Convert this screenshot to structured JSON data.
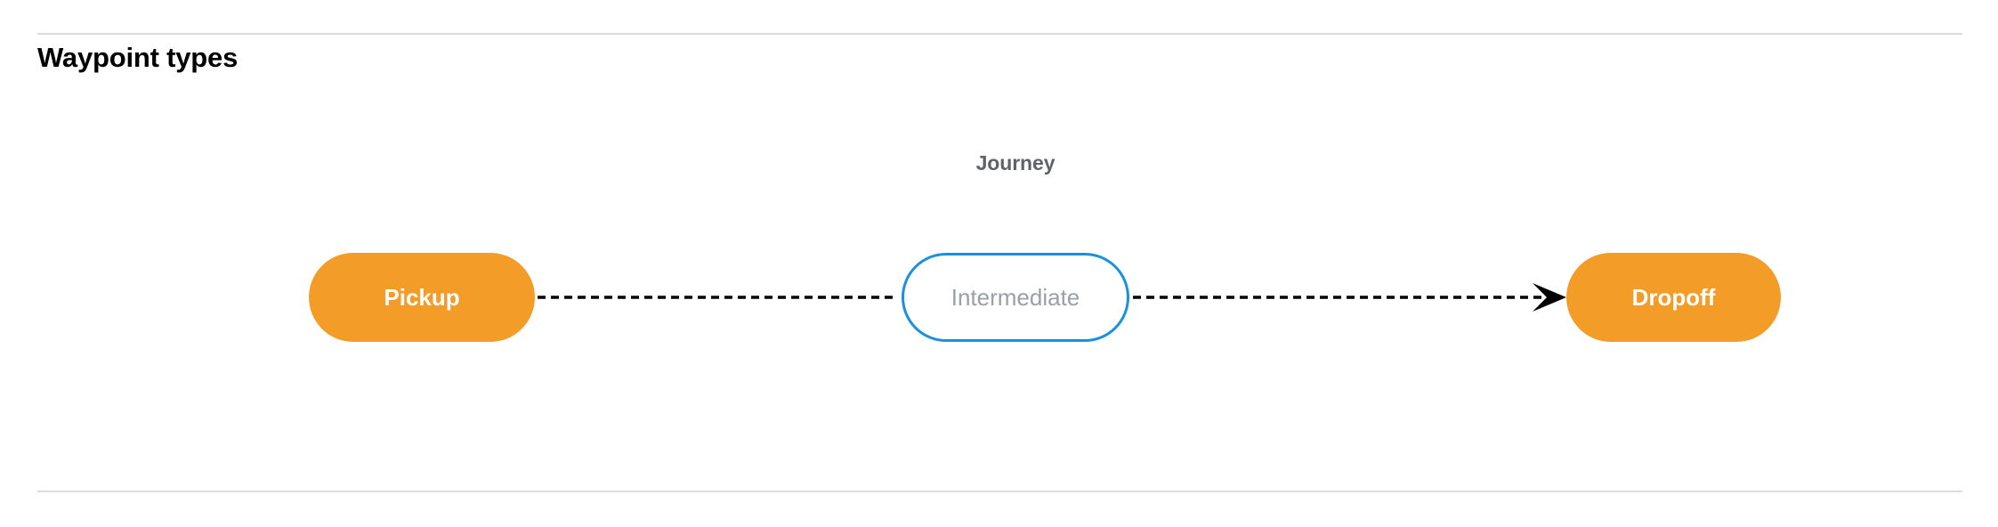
{
  "section": {
    "title": "Waypoint types"
  },
  "diagram": {
    "group_label": "Journey",
    "nodes": [
      {
        "id": "pickup",
        "label": "Pickup",
        "style": "filled",
        "fill": "#f49c28",
        "text_color": "#ffffff"
      },
      {
        "id": "intermediate",
        "label": "Intermediate",
        "style": "outlined",
        "fill": "#ffffff",
        "border_color": "#1a90e0",
        "text_color": "#9aa0a6"
      },
      {
        "id": "dropoff",
        "label": "Dropoff",
        "style": "filled",
        "fill": "#f49c28",
        "text_color": "#ffffff"
      }
    ],
    "edges": [
      {
        "id": "pickup-to-intermediate",
        "from": "pickup",
        "to": "intermediate",
        "line_style": "dashed",
        "color": "#000000",
        "arrowhead": false
      },
      {
        "id": "intermediate-to-dropoff",
        "from": "intermediate",
        "to": "dropoff",
        "line_style": "dashed",
        "color": "#000000",
        "arrowhead": true
      }
    ]
  },
  "colors": {
    "divider": "#dadce0",
    "accent_orange": "#f49c28",
    "accent_blue": "#1a90e0",
    "muted_text": "#9aa0a6",
    "label_text": "#5f6368",
    "background": "#ffffff"
  }
}
